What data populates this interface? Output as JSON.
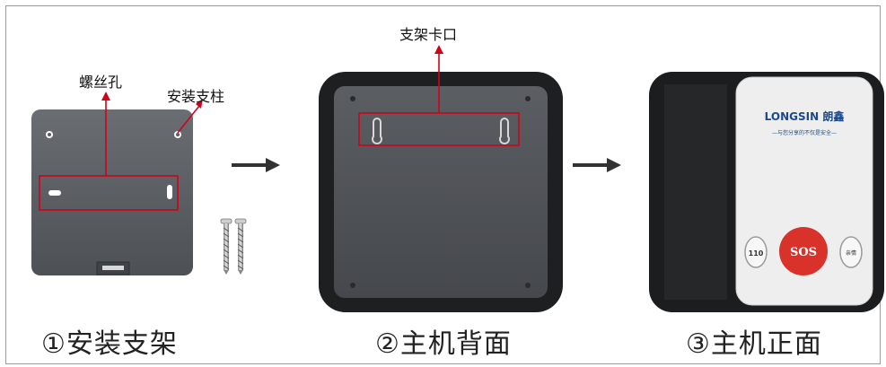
{
  "labels": {
    "screw_hole": "螺丝孔",
    "mount_post": "安装支柱",
    "bracket_clip": "支架卡口"
  },
  "captions": {
    "step1": "①安装支架",
    "step2": "②主机背面",
    "step3": "③主机正面"
  },
  "device": {
    "brand_logo": "LONGSIN 朗鑫",
    "slogan": "—与您分享的不仅是安全—",
    "btn_left": "110",
    "btn_center": "SOS",
    "btn_right": "亲情"
  },
  "colors": {
    "annotation": "#d0021b",
    "sos_red": "#d9322a",
    "brand_blue": "#1a4a8a"
  }
}
